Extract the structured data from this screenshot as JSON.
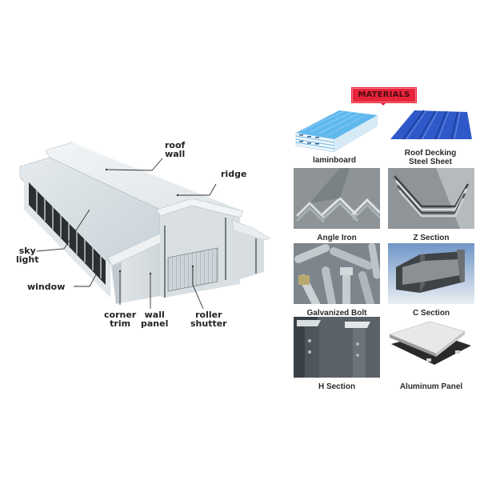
{
  "diagram": {
    "labels": {
      "roof_wall": "roof\nwall",
      "ridge": "ridge",
      "sky_light": "sky\nlight",
      "window": "window",
      "corner_trim": "corner\ntrim",
      "wall_panel": "wall\npanel",
      "roller_shutter": "roller\nshutter"
    }
  },
  "materials": {
    "badge": "MATERIALS",
    "badge_color": "#e8253a",
    "items": [
      {
        "label": "laminboard"
      },
      {
        "label": "Roof Decking\nSteel Sheet"
      },
      {
        "label": "Angle Iron"
      },
      {
        "label": "Z Section"
      },
      {
        "label": "Galvanized Bolt"
      },
      {
        "label": "C Section"
      },
      {
        "label": "H Section"
      },
      {
        "label": "Aluminum Panel"
      }
    ]
  }
}
